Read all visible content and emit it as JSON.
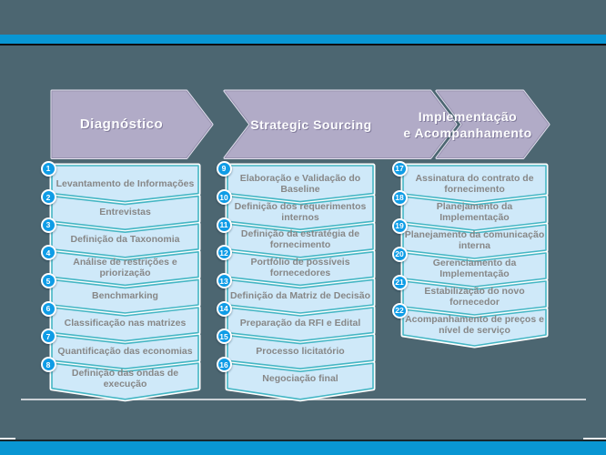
{
  "colors": {
    "background": "#4c6671",
    "accent_bar_blue": "#0996d3",
    "phase_arrow_fill": "#b1abc7",
    "step_fill": "#cfe9f9",
    "step_border_teal": "#44b6c4",
    "step_number_badge": "#0f9ce6",
    "step_text_gray": "#878787"
  },
  "phases": [
    {
      "label": "Diagnóstico",
      "steps": [
        {
          "number": "1",
          "label": "Levantamento de Informações"
        },
        {
          "number": "2",
          "label": "Entrevistas"
        },
        {
          "number": "3",
          "label": "Definição da Taxonomia"
        },
        {
          "number": "4",
          "label": "Análise de restrições e priorização"
        },
        {
          "number": "5",
          "label": "Benchmarking"
        },
        {
          "number": "6",
          "label": "Classificação nas matrizes"
        },
        {
          "number": "7",
          "label": "Quantificação das economias"
        },
        {
          "number": "8",
          "label": "Definição das ondas de execução"
        }
      ]
    },
    {
      "label": "Strategic Sourcing",
      "steps": [
        {
          "number": "9",
          "label": "Elaboração e Validação do Baseline"
        },
        {
          "number": "10",
          "label": "Definição dos requerimentos internos"
        },
        {
          "number": "11",
          "label": "Definição da estratégia de fornecimento"
        },
        {
          "number": "12",
          "label": "Portfólio de possíveis fornecedores"
        },
        {
          "number": "13",
          "label": "Definição da Matriz de Decisão"
        },
        {
          "number": "14",
          "label": "Preparação da RFI e Edital"
        },
        {
          "number": "15",
          "label": "Processo licitatório"
        },
        {
          "number": "16",
          "label": "Negociação final"
        }
      ]
    },
    {
      "label": "Implementação e Acompanhamento",
      "label_lines": [
        "Implementação",
        "e Acompanhamento"
      ],
      "steps": [
        {
          "number": "17",
          "label": "Assinatura do contrato de fornecimento"
        },
        {
          "number": "18",
          "label": "Planejamento da Implementação"
        },
        {
          "number": "19",
          "label": "Planejamento da comunicação interna"
        },
        {
          "number": "20",
          "label": "Gerenciamento da Implementação"
        },
        {
          "number": "21",
          "label": "Estabilização do novo fornecedor"
        },
        {
          "number": "22",
          "label": "Acompanhamento de preços e nível de serviço"
        }
      ]
    }
  ]
}
